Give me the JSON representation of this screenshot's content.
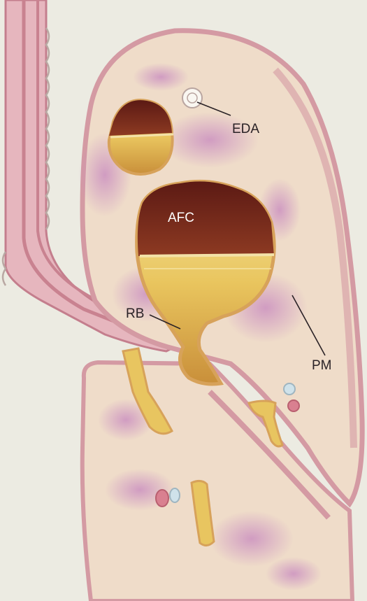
{
  "labels": {
    "eda": "EDA",
    "afc": "AFC",
    "rb": "RB",
    "pm": "PM"
  },
  "colors": {
    "background": "#ecebe2",
    "lung_fill": "#efdcc9",
    "pleura": "#d9a4ac",
    "bronchus": "#c98290",
    "cavity_dark": "#7a2418",
    "fluid": "#e8c560",
    "infiltrate": "#c68fbd"
  }
}
